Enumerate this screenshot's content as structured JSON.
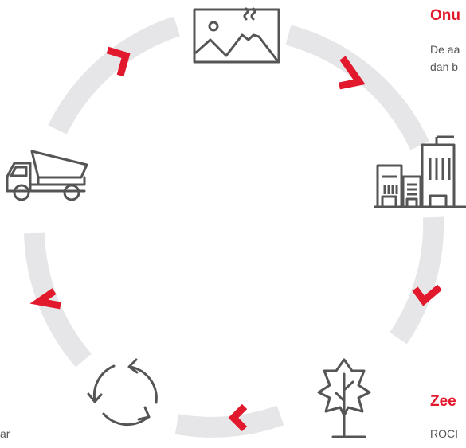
{
  "sections": {
    "top_right": {
      "heading": "Onu",
      "text_line1": "De aa",
      "text_line2": "dan b"
    },
    "bottom_right": {
      "heading": "Zee",
      "text": "ROCI"
    },
    "bottom_left": {
      "text": "ar,"
    }
  },
  "colors": {
    "accent": "#e2192c",
    "ring": "#e6e6e8",
    "icon_stroke": "#555555",
    "body_text": "#555555"
  },
  "icons": [
    "landscape-icon",
    "buildings-icon",
    "tree-icon",
    "recycle-icon",
    "dump-truck-icon"
  ]
}
